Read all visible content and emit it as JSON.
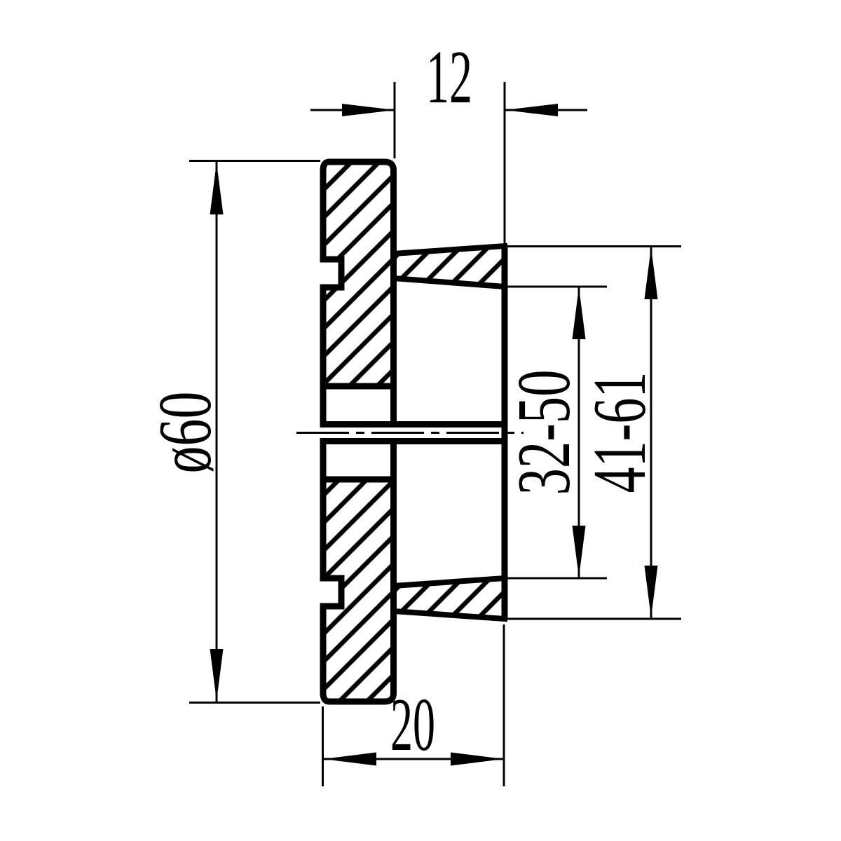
{
  "drawing": {
    "background_color": "#ffffff",
    "line_color": "#000000",
    "dimensions": {
      "cone_length": {
        "label": "12",
        "orientation": "horizontal",
        "position": "top"
      },
      "flange_diameter": {
        "label": "ø60",
        "orientation": "vertical",
        "position": "left"
      },
      "inner_taper_range": {
        "label": "32-50",
        "orientation": "vertical",
        "position": "right-inner"
      },
      "outer_taper_range": {
        "label": "41-61",
        "orientation": "vertical",
        "position": "right-outer"
      },
      "total_width": {
        "label": "20",
        "orientation": "horizontal",
        "position": "bottom"
      }
    }
  }
}
